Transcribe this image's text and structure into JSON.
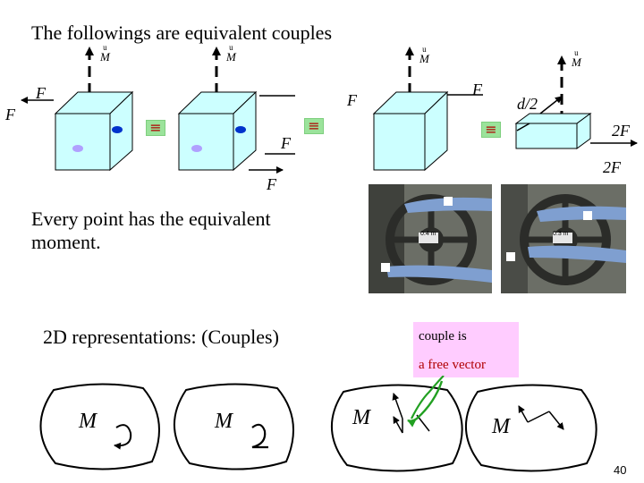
{
  "title": "The followings are equivalent couples",
  "labels": {
    "moment": "M",
    "force": "F",
    "double_force": "2F",
    "half_distance": "d/2",
    "equivalent": "≡"
  },
  "body_text": "Every point has the equivalent moment.",
  "representation_text": "2D representations:  (Couples)",
  "note": {
    "line1": "couple is",
    "line2": "a free vector"
  },
  "photos": {
    "left_dimension": "0.4 m",
    "right_dimension": "0.3 m"
  },
  "page_number": "40",
  "colors": {
    "cube_fill": "#ccffff",
    "note_fill": "#ffccff",
    "equiv_fill": "#9be39b",
    "equiv_glyph": "#b00000",
    "arrow_green": "#22a022",
    "dot_blue": "#0033cc",
    "dot_purple": "#b0a0ff"
  }
}
